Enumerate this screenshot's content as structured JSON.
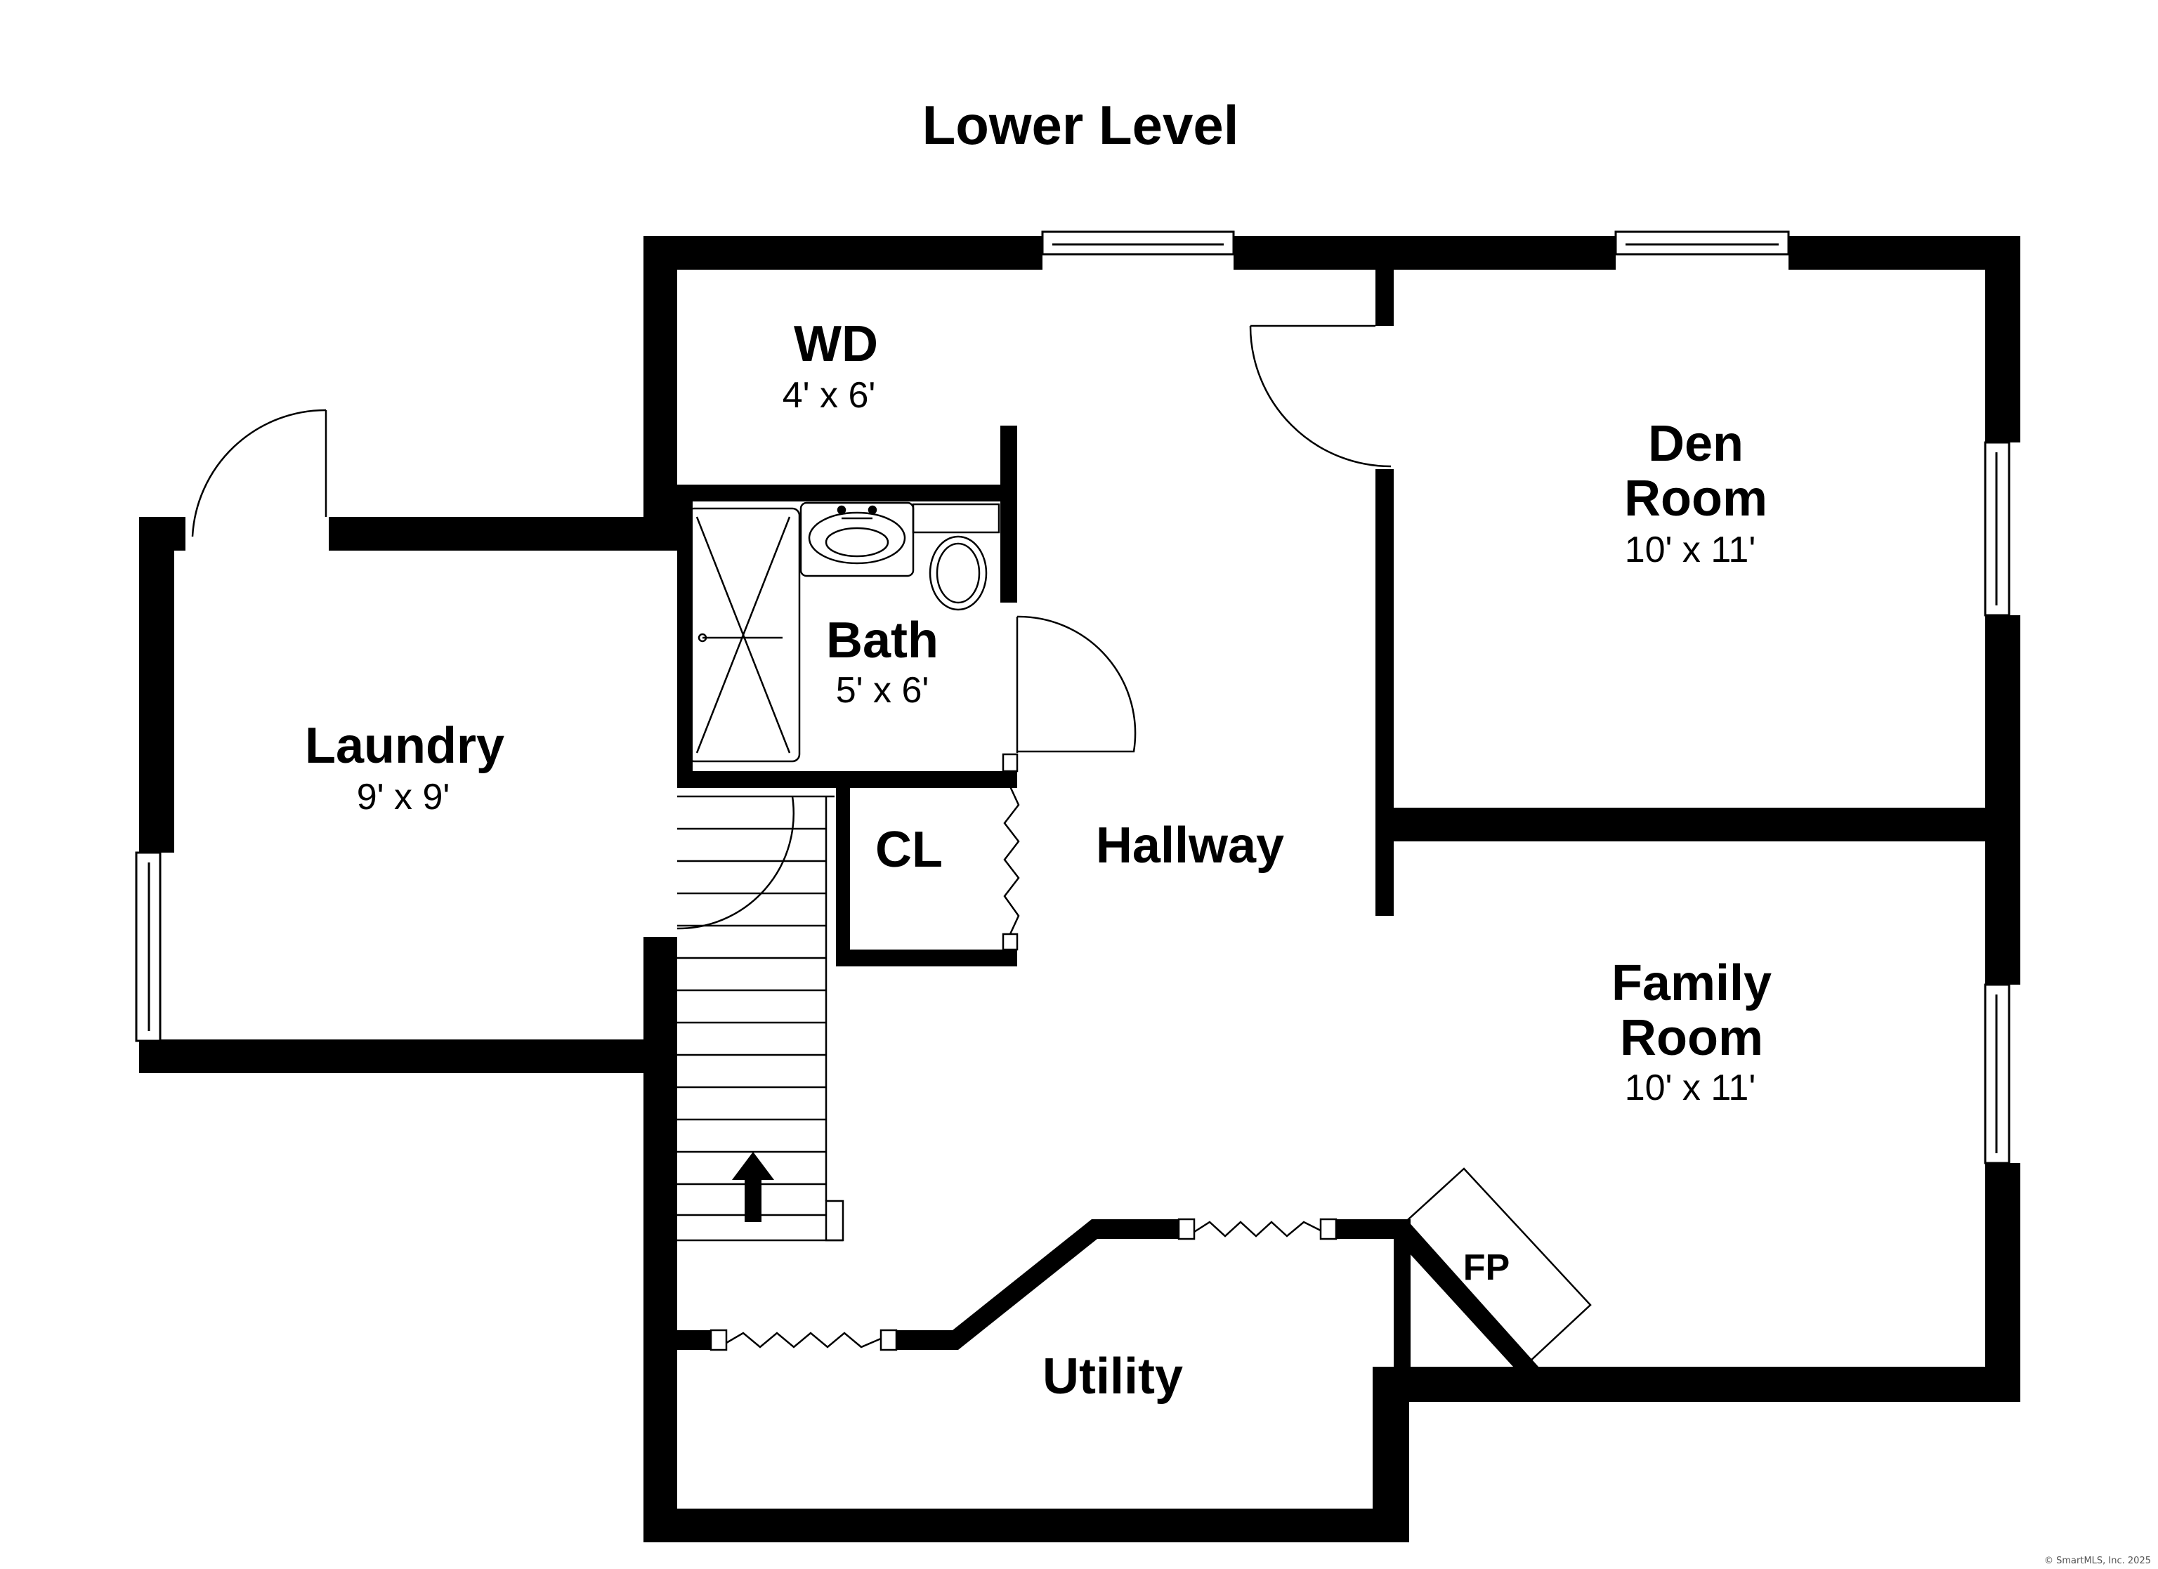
{
  "title": "Lower Level",
  "rooms": [
    {
      "id": "wd",
      "name": "WD",
      "dims": "4' x 6'"
    },
    {
      "id": "bath",
      "name": "Bath",
      "dims": "5' x 6'"
    },
    {
      "id": "den",
      "name_line1": "Den",
      "name_line2": "Room",
      "dims": "10' x 11'"
    },
    {
      "id": "laundry",
      "name": "Laundry",
      "dims": "9' x 9'"
    },
    {
      "id": "cl",
      "name": "CL"
    },
    {
      "id": "hallway",
      "name": "Hallway"
    },
    {
      "id": "family",
      "name_line1": "Family",
      "name_line2": "Room",
      "dims": "10' x 11'"
    },
    {
      "id": "fp",
      "name": "FP"
    },
    {
      "id": "utility",
      "name": "Utility"
    }
  ],
  "copyright": "© SmartMLS, Inc. 2025",
  "colors": {
    "wall": "#000000",
    "background": "#ffffff"
  }
}
